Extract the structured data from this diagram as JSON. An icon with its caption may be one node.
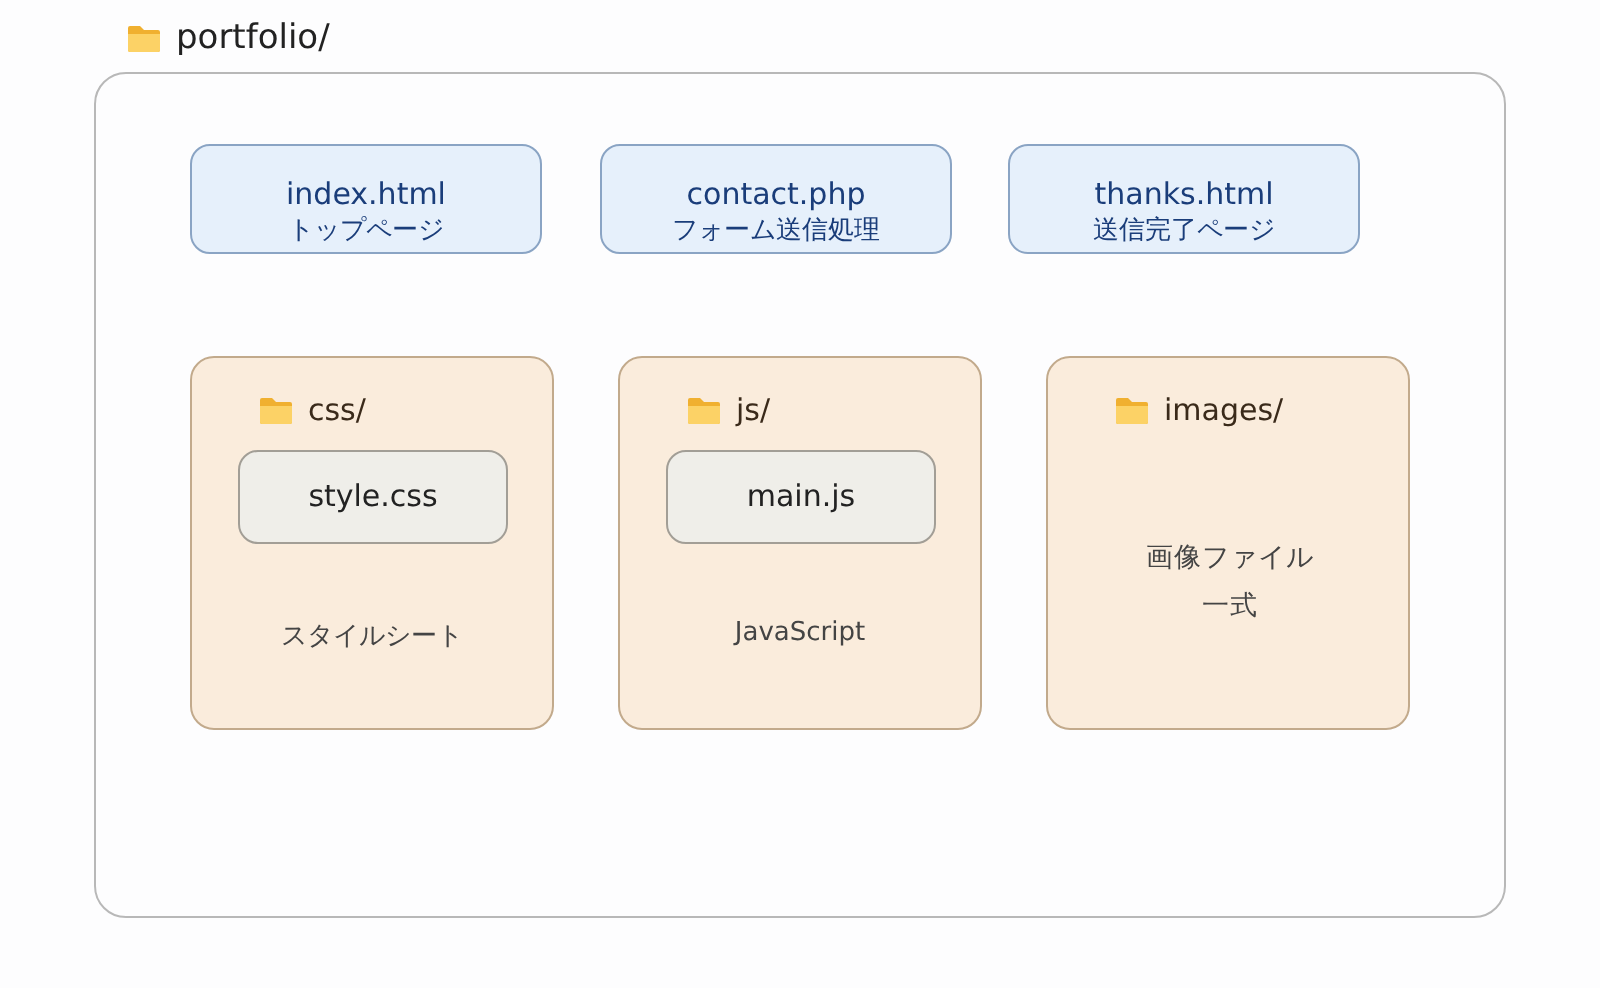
{
  "diagram": {
    "nodes": [
      {
        "text": [
          "portfolio/"
        ]
      },
      {
        "text": [
          "index.html",
          "トップページ"
        ],
        "in": 0
      },
      {
        "text": [
          "contact.php",
          "フォーム送信処理"
        ],
        "in": 0
      },
      {
        "text": [
          "thanks.html",
          "送信完了ページ"
        ],
        "in": 0
      },
      {
        "text": [
          "css/",
          "スタイルシート"
        ],
        "in": 0
      },
      {
        "text": [
          "style.css"
        ],
        "in": 4
      },
      {
        "text": [
          "js/",
          "JavaScript"
        ],
        "in": 0
      },
      {
        "text": [
          "main.js"
        ],
        "in": 6
      },
      {
        "text": [
          "images/",
          "画像ファイル一式"
        ],
        "in": 0
      }
    ],
    "edges": []
  }
}
